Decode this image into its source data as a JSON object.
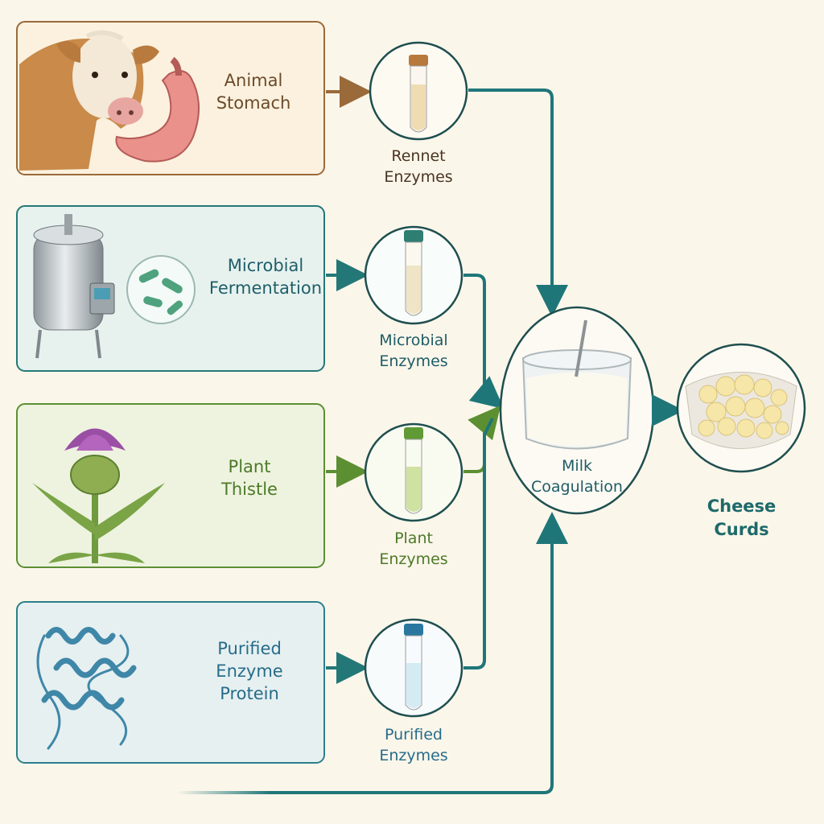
{
  "colors": {
    "background": "#fbf6ea",
    "animal": "#9a6a3a",
    "microbial": "#237877",
    "plant": "#5c8f32",
    "purified": "#2c7f8c",
    "flow": "#1f7679"
  },
  "sources": [
    {
      "id": "animal",
      "label_lines": [
        "Animal",
        "Stomach"
      ],
      "icon": "cow-and-stomach-illustration"
    },
    {
      "id": "microbial",
      "label_lines": [
        "Microbial",
        "Fermentation"
      ],
      "icon": "fermentation-tank-with-microbes"
    },
    {
      "id": "plant",
      "label_lines": [
        "Plant",
        "Thistle"
      ],
      "icon": "thistle-flower"
    },
    {
      "id": "purified",
      "label_lines": [
        "Purified",
        "Enzyme",
        "Protein"
      ],
      "icon": "protein-ribbon-structure"
    }
  ],
  "enzymes": [
    {
      "id": "rennet",
      "label_lines": [
        "Rennet",
        "Enzymes"
      ],
      "icon": "test-tube"
    },
    {
      "id": "microbial",
      "label_lines": [
        "Microbial",
        "Enzymes"
      ],
      "icon": "test-tube"
    },
    {
      "id": "plant",
      "label_lines": [
        "Plant",
        "Enzymes"
      ],
      "icon": "test-tube"
    },
    {
      "id": "purified",
      "label_lines": [
        "Purified",
        "Enzymes"
      ],
      "icon": "test-tube"
    }
  ],
  "coagulation": {
    "label_lines": [
      "Milk",
      "Coagulation"
    ],
    "icon": "milk-bowl"
  },
  "result": {
    "label_lines": [
      "Cheese",
      "Curds"
    ],
    "icon": "cheese-curds-bowl"
  }
}
